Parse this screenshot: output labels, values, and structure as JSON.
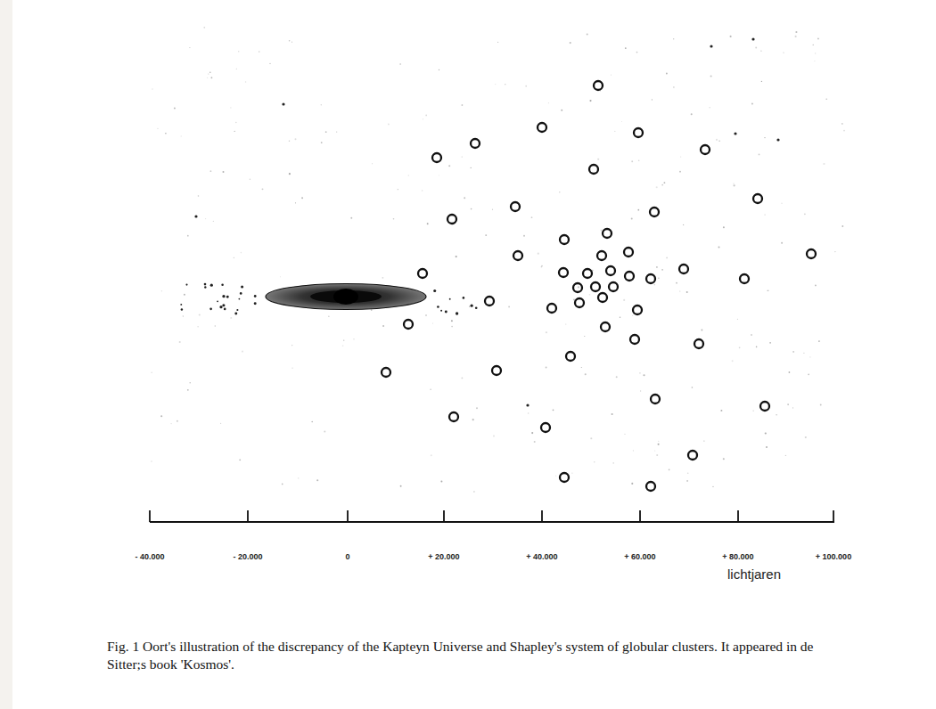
{
  "diagram": {
    "caption": "Fig. 1 Oort's illustration of the discrepancy of the Kapteyn Universe and Shapley's system of globular clusters. It appeared in de Sitter;s book 'Kosmos'.",
    "labels": [
      "- 40.000",
      "- 20.000",
      "0",
      "+ 20.000",
      "+ 40.000",
      "+ 60.000",
      "+ 80.000",
      "+ 100.000",
      "lichtjaren"
    ]
  }
}
